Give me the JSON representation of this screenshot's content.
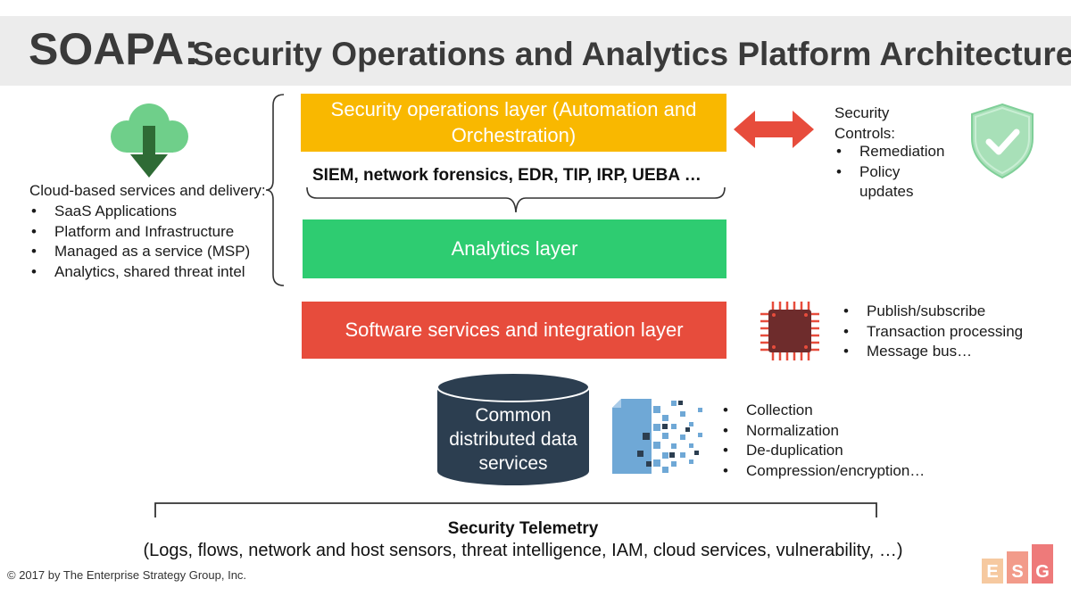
{
  "title": {
    "main": "SOAPA:",
    "subtitle": "Security Operations and Analytics Platform Architecture"
  },
  "layers": {
    "operations": "Security operations layer (Automation and Orchestration)",
    "operations_tools": "SIEM, network forensics, EDR, TIP, IRP, UEBA …",
    "analytics": "Analytics layer",
    "software_services": "Software services and integration layer",
    "data_services": "Common distributed data services"
  },
  "cloud_services": {
    "heading": "Cloud-based services and delivery:",
    "items": [
      "SaaS Applications",
      "Platform and Infrastructure",
      "Managed as a service (MSP)",
      "Analytics, shared threat intel"
    ]
  },
  "security_controls": {
    "heading": "Security Controls:",
    "items": [
      "Remediation",
      "Policy updates"
    ]
  },
  "integration_features": {
    "items": [
      "Publish/subscribe",
      "Transaction processing",
      "Message bus…"
    ]
  },
  "data_features": {
    "items": [
      "Collection",
      "Normalization",
      "De-duplication",
      "Compression/encryption…"
    ]
  },
  "telemetry": {
    "title": "Security Telemetry",
    "description": "(Logs, flows, network and host sensors, threat intelligence, IAM, cloud services, vulnerability, …)"
  },
  "footer": {
    "copyright": "© 2017 by The Enterprise Strategy Group, Inc.",
    "logo_letters": [
      "E",
      "S",
      "G"
    ]
  },
  "colors": {
    "operations": "#f9b800",
    "analytics": "#2ecc71",
    "software_services": "#e74c3c",
    "data_services": "#2c3e50",
    "arrow": "#e74c3c",
    "cloud": "#6fcf8a",
    "shield": "#a8e0b8",
    "chip": "#6e2c2c"
  },
  "icons": [
    "cloud-download-icon",
    "shield-check-icon",
    "double-arrow-icon",
    "chip-icon",
    "data-pixels-icon"
  ]
}
